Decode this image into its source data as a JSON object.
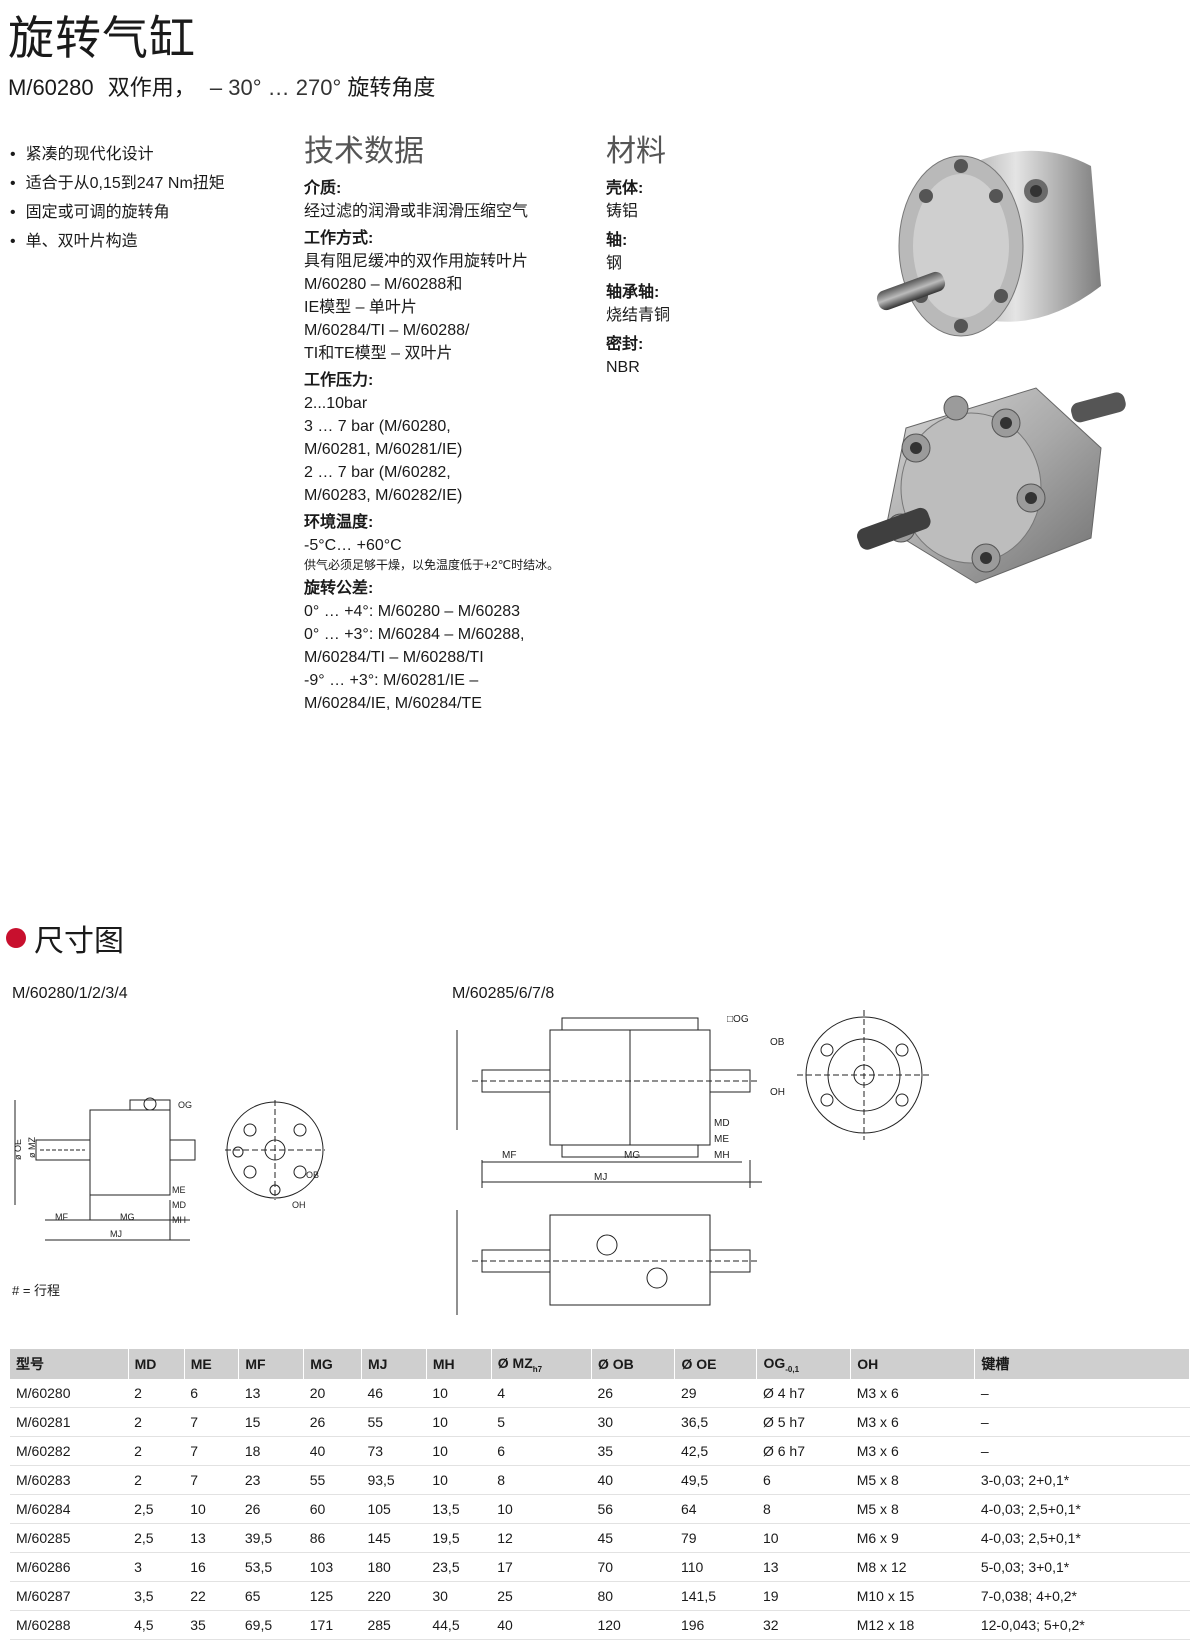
{
  "header": {
    "title": "旋转气缸",
    "subtitle_model": "M/60280",
    "subtitle_desc": "双作用，",
    "subtitle_angle": "– 30° … 270°",
    "subtitle_tail": "旋转角度"
  },
  "features": [
    "紧凑的现代化设计",
    "适合于从0,15到247 Nm扭矩",
    "固定或可调的旋转角",
    "单、双叶片构造"
  ],
  "tech": {
    "heading": "技术数据",
    "groups": [
      {
        "label": "介质:",
        "lines": [
          "经过滤的润滑或非润滑压缩空气"
        ]
      },
      {
        "label": "工作方式:",
        "lines": [
          "具有阻尼缓冲的双作用旋转叶片",
          "M/60280 – M/60288和",
          "IE模型 – 单叶片",
          "M/60284/TI – M/60288/",
          "TI和TE模型 – 双叶片"
        ]
      },
      {
        "label": "工作压力:",
        "lines": [
          "2...10bar",
          "3 … 7 bar (M/60280,",
          "M/60281, M/60281/IE)",
          "2 … 7 bar (M/60282,",
          "M/60283, M/60282/IE)"
        ]
      },
      {
        "label": "环境温度:",
        "lines": [
          "-5°C… +60°C"
        ],
        "note": "供气必须足够干燥，以免温度低于+2℃时结冰。"
      },
      {
        "label": "旋转公差:",
        "lines": [
          "0° … +4°: M/60280 – M/60283",
          "0° … +3°: M/60284 – M/60288,",
          "M/60284/TI – M/60288/TI",
          "-9° … +3°: M/60281/IE –",
          "M/60284/IE, M/60284/TE"
        ]
      }
    ]
  },
  "materials": {
    "heading": "材料",
    "groups": [
      {
        "label": "壳体:",
        "value": "铸铝"
      },
      {
        "label": "轴:",
        "value": "钢"
      },
      {
        "label": "轴承轴:",
        "value": "烧结青铜"
      },
      {
        "label": "密封:",
        "value": "NBR"
      }
    ]
  },
  "dimensions": {
    "heading": "尺寸图",
    "drawing1_label": "M/60280/1/2/3/4",
    "drawing2_label": "M/60285/6/7/8",
    "stroke_note": "# = 行程"
  },
  "colors": {
    "accent_dot": "#c8102e",
    "table_header_bg": "#cfcfcf"
  },
  "table": {
    "headers": [
      "型号",
      "MD",
      "ME",
      "MF",
      "MG",
      "MJ",
      "MH",
      "Ø MZ",
      "Ø OB",
      "Ø OE",
      "OG",
      "OH",
      "键槽"
    ],
    "header_subs": {
      "7": "h7",
      "10": "-0,1"
    },
    "rows": [
      [
        "M/60280",
        "2",
        "6",
        "13",
        "20",
        "46",
        "10",
        "4",
        "26",
        "29",
        "Ø 4 h7",
        "M3 x 6",
        "–"
      ],
      [
        "M/60281",
        "2",
        "7",
        "15",
        "26",
        "55",
        "10",
        "5",
        "30",
        "36,5",
        "Ø 5 h7",
        "M3 x 6",
        "–"
      ],
      [
        "M/60282",
        "2",
        "7",
        "18",
        "40",
        "73",
        "10",
        "6",
        "35",
        "42,5",
        "Ø 6 h7",
        "M3 x 6",
        "–"
      ],
      [
        "M/60283",
        "2",
        "7",
        "23",
        "55",
        "93,5",
        "10",
        "8",
        "40",
        "49,5",
        "6",
        "M5 x 8",
        "3-0,03; 2+0,1*"
      ],
      [
        "M/60284",
        "2,5",
        "10",
        "26",
        "60",
        "105",
        "13,5",
        "10",
        "56",
        "64",
        "8",
        "M5 x 8",
        "4-0,03; 2,5+0,1*"
      ],
      [
        "M/60285",
        "2,5",
        "13",
        "39,5",
        "86",
        "145",
        "19,5",
        "12",
        "45",
        "79",
        "10",
        "M6 x 9",
        "4-0,03; 2,5+0,1*"
      ],
      [
        "M/60286",
        "3",
        "16",
        "53,5",
        "103",
        "180",
        "23,5",
        "17",
        "70",
        "110",
        "13",
        "M8 x 12",
        "5-0,03; 3+0,1*"
      ],
      [
        "M/60287",
        "3,5",
        "22",
        "65",
        "125",
        "220",
        "30",
        "25",
        "80",
        "141,5",
        "19",
        "M10 x 15",
        "7-0,038; 4+0,2*"
      ],
      [
        "M/60288",
        "4,5",
        "35",
        "69,5",
        "171",
        "285",
        "44,5",
        "40",
        "120",
        "196",
        "32",
        "M12 x 18",
        "12-0,043; 5+0,2*"
      ]
    ]
  },
  "drawing_text": {
    "oe": "ø OE",
    "mz": "ø MZ",
    "mzsub": "h7",
    "og": "OG",
    "og2": "□OG",
    "ob": "OB",
    "oh": "OH",
    "me": "ME",
    "md": "MD",
    "mh": "MH",
    "mf": "MF",
    "mg": "MG",
    "mj": "MJ"
  }
}
